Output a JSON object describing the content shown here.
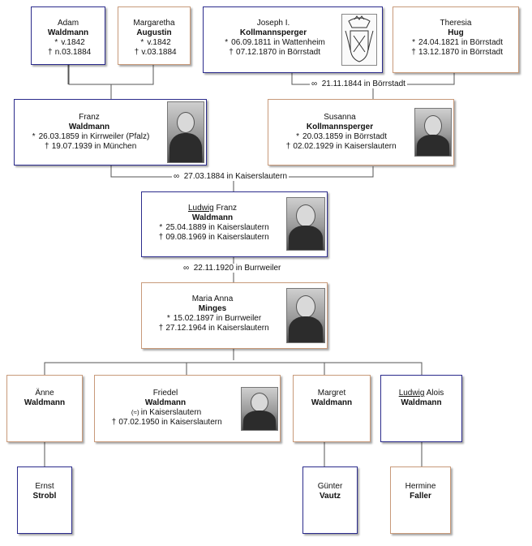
{
  "symbols": {
    "birth": "*",
    "death": "†",
    "marriage": "∞"
  },
  "people": {
    "adam": {
      "given": "Adam",
      "surname": "Waldmann",
      "birth": "v.1842",
      "death": "n.03.1884"
    },
    "margaretha": {
      "given": "Margaretha",
      "surname": "Augustin",
      "birth": "v.1842",
      "death": "v.03.1884"
    },
    "joseph": {
      "given": "Joseph I.",
      "surname": "Kollmannsperger",
      "birth": "06.09.1811 in Wattenheim",
      "death": "07.12.1870 in Börrstadt"
    },
    "theresia": {
      "given": "Theresia",
      "surname": "Hug",
      "birth": "24.04.1821 in Börrstadt",
      "death": "13.12.1870 in Börrstadt"
    },
    "franz": {
      "given": "Franz",
      "surname": "Waldmann",
      "birth": "26.03.1859 in Kirrweiler (Pfalz)",
      "death": "19.07.1939 in München"
    },
    "susanna": {
      "given": "Susanna",
      "surname": "Kollmannsperger",
      "birth": "20.03.1859 in Börrstadt",
      "death": "02.02.1929 in Kaiserslautern"
    },
    "ludwig": {
      "given_underlined": "Ludwig",
      "given_rest": " Franz",
      "surname": "Waldmann",
      "birth": "25.04.1889 in Kaiserslautern",
      "death": "09.08.1969 in Kaiserslautern"
    },
    "maria": {
      "given": "Maria Anna",
      "surname": "Minges",
      "birth": "15.02.1897 in Burrweiler",
      "death": "27.12.1964 in Kaiserslautern"
    },
    "aenne": {
      "given": "Änne",
      "surname": "Waldmann"
    },
    "friedel": {
      "given": "Friedel",
      "surname": "Waldmann",
      "baptism_symbol": "(≈)",
      "baptism": "in Kaiserslautern",
      "death": "07.02.1950 in Kaiserslautern"
    },
    "margret": {
      "given": "Margret",
      "surname": "Waldmann"
    },
    "ludwig_alois": {
      "given_underlined": "Ludwig",
      "given_rest": " Alois",
      "surname": "Waldmann"
    },
    "ernst": {
      "given": "Ernst",
      "surname": "Strobl"
    },
    "guenter": {
      "given": "Günter",
      "surname": "Vautz"
    },
    "hermine": {
      "given": "Hermine",
      "surname": "Faller"
    }
  },
  "marriages": {
    "joseph_theresia": "21.11.1844 in Börrstadt",
    "franz_susanna": "27.03.1884 in Kaiserslautern",
    "ludwig_maria": "22.11.1920 in Burrweiler"
  }
}
